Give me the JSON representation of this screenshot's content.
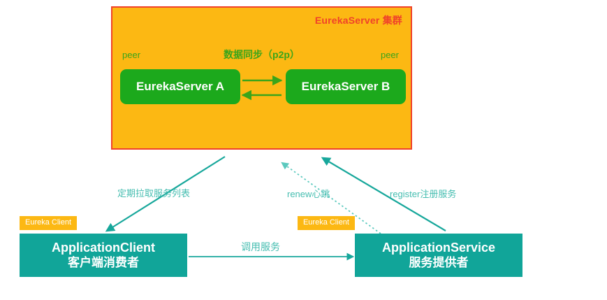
{
  "diagram": {
    "title": "Eureka architecture diagram",
    "colors": {
      "cluster_fill": "#FCB813",
      "cluster_border": "#F0422A",
      "cluster_title_text": "#F0422A",
      "server_box_fill": "#1CA91C",
      "server_box_text": "#FFFFFF",
      "peer_text": "#3AA51A",
      "app_box_fill": "#11A599",
      "app_box_text": "#FFFFFF",
      "badge_fill": "#FCB813",
      "badge_text": "#FFFFFF",
      "edge": "#17A79B",
      "edge_label_text": "#45BDB0",
      "background": "#FFFFFF"
    }
  },
  "cluster": {
    "title": "EurekaServer 集群",
    "sync_label": "数据同步（p2p）",
    "peer_left_label": "peer",
    "peer_right_label": "peer",
    "servers": [
      {
        "name": "EurekaServer A"
      },
      {
        "name": "EurekaServer B"
      }
    ]
  },
  "nodes": [
    {
      "badge": "Eureka Client",
      "line1": "ApplicationClient",
      "line2": "客户端消费者"
    },
    {
      "badge": "Eureka Client",
      "line1": "ApplicationService",
      "line2": "服务提供者"
    }
  ],
  "edges": {
    "pull": "定期拉取服务列表",
    "renew": "renew心跳",
    "register": "register注册服务",
    "invoke": "调用服务"
  }
}
